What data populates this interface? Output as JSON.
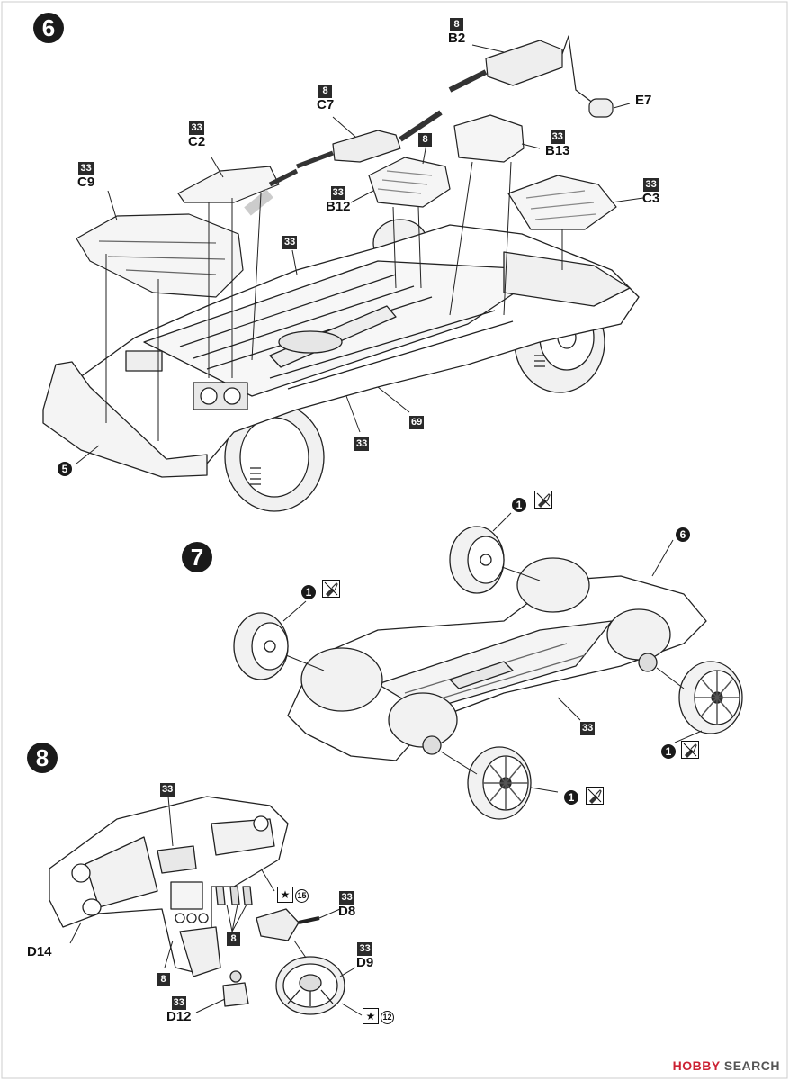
{
  "steps": {
    "s6": "6",
    "s7": "7",
    "s8": "8"
  },
  "step6": {
    "b2": {
      "num": "8",
      "code": "B2"
    },
    "e7": "E7",
    "c7": {
      "num": "8",
      "code": "C7"
    },
    "c2": {
      "num": "33",
      "code": "C2"
    },
    "b8": "8",
    "b13": {
      "num": "33",
      "code": "B13"
    },
    "c9": {
      "num": "33",
      "code": "C9"
    },
    "b12": {
      "num": "33",
      "code": "B12"
    },
    "c3": {
      "num": "33",
      "code": "C3"
    },
    "floor_num": "33",
    "num69": "69",
    "num33b": "33",
    "ref5": "5"
  },
  "step7": {
    "wheel_num": "1",
    "ref6": "6",
    "chassis_num": "33"
  },
  "step8": {
    "dash_num": "33",
    "d14": "D14",
    "num8a": "8",
    "num8b": "8",
    "star15": "15",
    "d8": {
      "num": "33",
      "code": "D8"
    },
    "d9": {
      "num": "33",
      "code": "D9"
    },
    "d12": {
      "num": "33",
      "code": "D12"
    },
    "star12": "12"
  },
  "watermark": {
    "brand": "HOBBY",
    "suffix": "SEARCH"
  },
  "colors": {
    "ink": "#111111",
    "label_bg": "#2a2a2a",
    "brand": "#cc2233"
  },
  "icons": {
    "paint": "paint-brush-icon",
    "star": "star-icon"
  }
}
